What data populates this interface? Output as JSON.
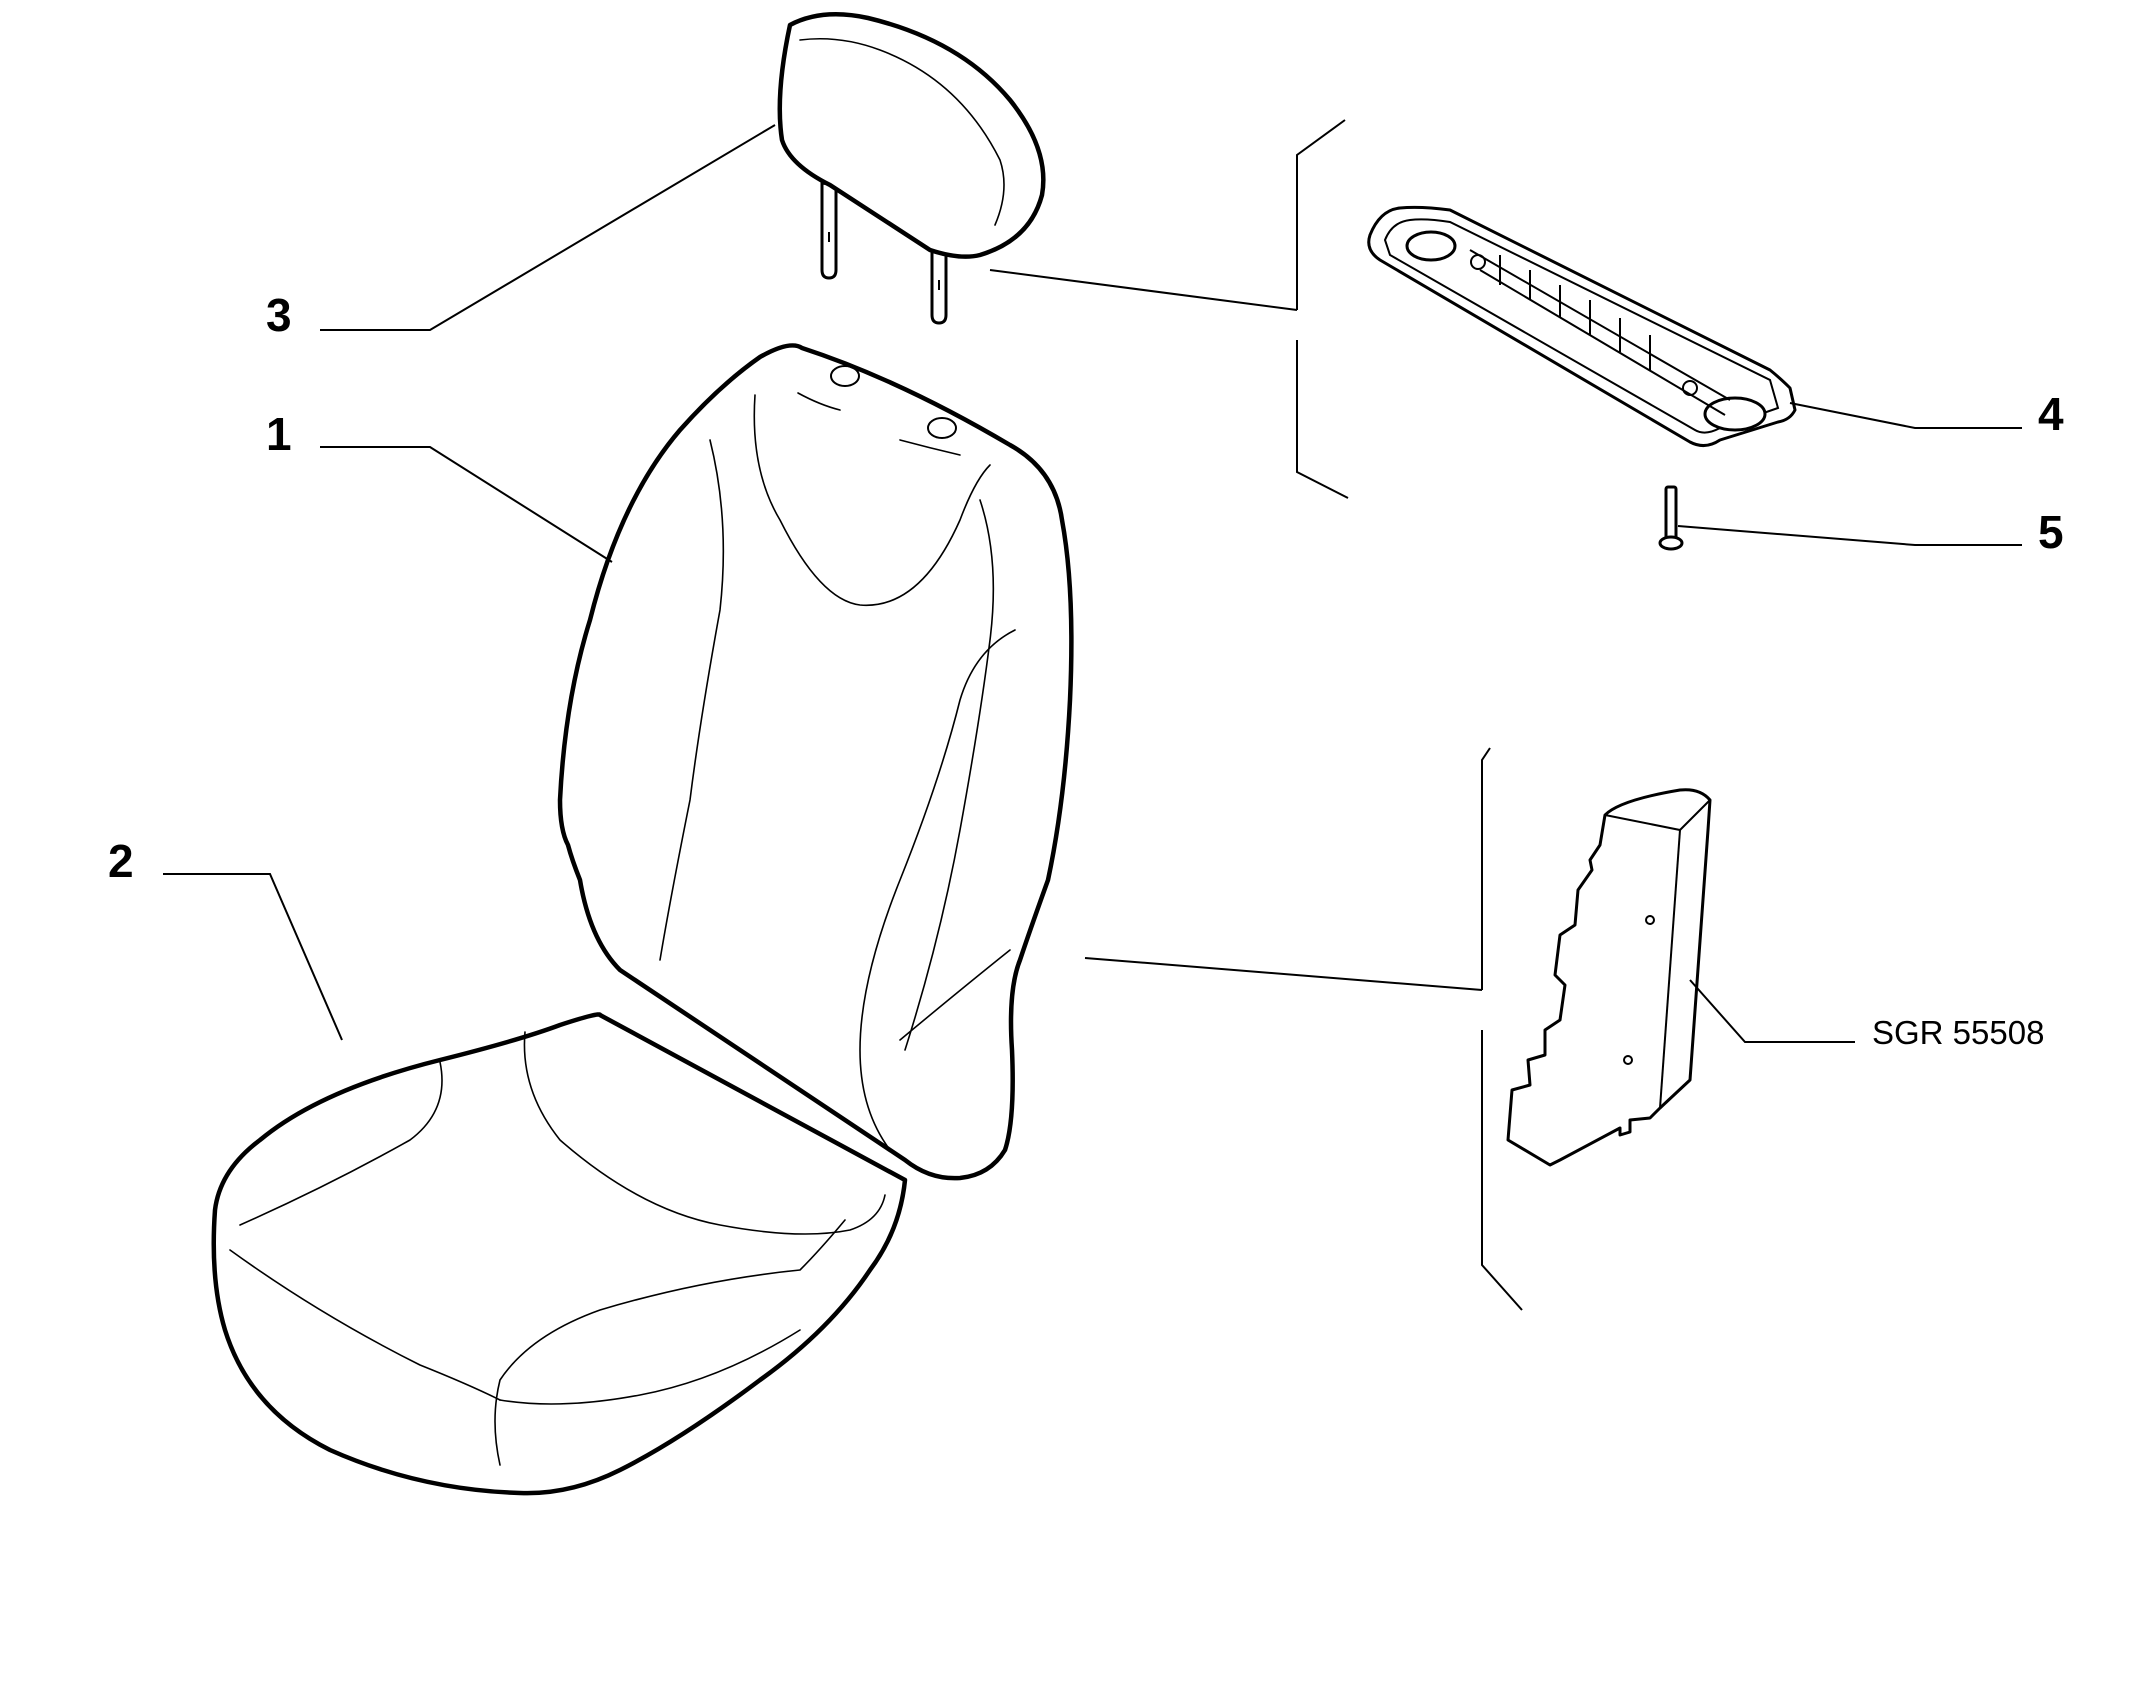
{
  "callouts": {
    "c1": "1",
    "c2": "2",
    "c3": "3",
    "c4": "4",
    "c5": "5"
  },
  "reference_code": "SGR 55508"
}
